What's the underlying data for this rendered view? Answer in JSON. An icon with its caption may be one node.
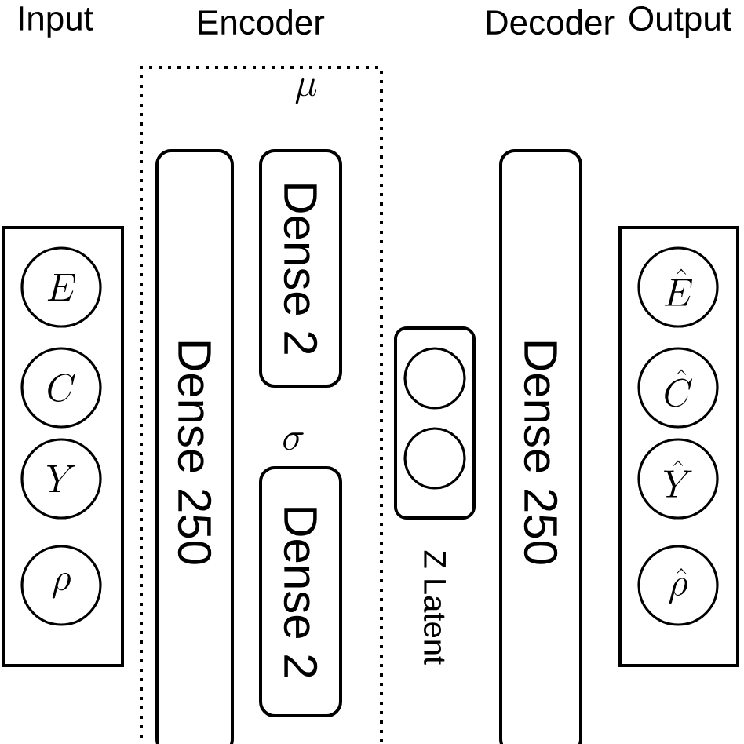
{
  "diagram": {
    "nodes": [
      {
        "text": [],
        "shape": "box"
      },
      {
        "text": [
          "E"
        ],
        "in": 0
      },
      {
        "text": [
          "C"
        ],
        "in": 0
      },
      {
        "text": [
          "Y"
        ],
        "in": 0
      },
      {
        "text": [
          "\\rho"
        ],
        "in": 0
      },
      {
        "text": [
          "Encoder"
        ]
      },
      {
        "text": [
          "Dense 250"
        ],
        "in": 5
      },
      {
        "text": [
          "Dense 2"
        ],
        "in": 5
      },
      {
        "text": [
          "Dense 2"
        ],
        "in": 5
      },
      {
        "text": [
          "Z Latent"
        ]
      },
      {
        "text": [],
        "shape": "circle",
        "in": 9
      },
      {
        "text": [],
        "shape": "circle",
        "in": 9
      },
      {
        "text": [
          "Decoder",
          "Dense 250"
        ]
      },
      {
        "text": [],
        "shape": "box"
      },
      {
        "text": [
          "\\hat{E}"
        ],
        "in": 13
      },
      {
        "text": [
          "\\hat{C}"
        ],
        "in": 13
      },
      {
        "text": [
          "\\hat{Y}"
        ],
        "in": 13
      },
      {
        "text": [
          "\\hat{\\rho}"
        ],
        "in": 13
      }
    ],
    "labels": [
      "Input",
      "Output",
      "\\mu",
      "\\sigma"
    ]
  }
}
